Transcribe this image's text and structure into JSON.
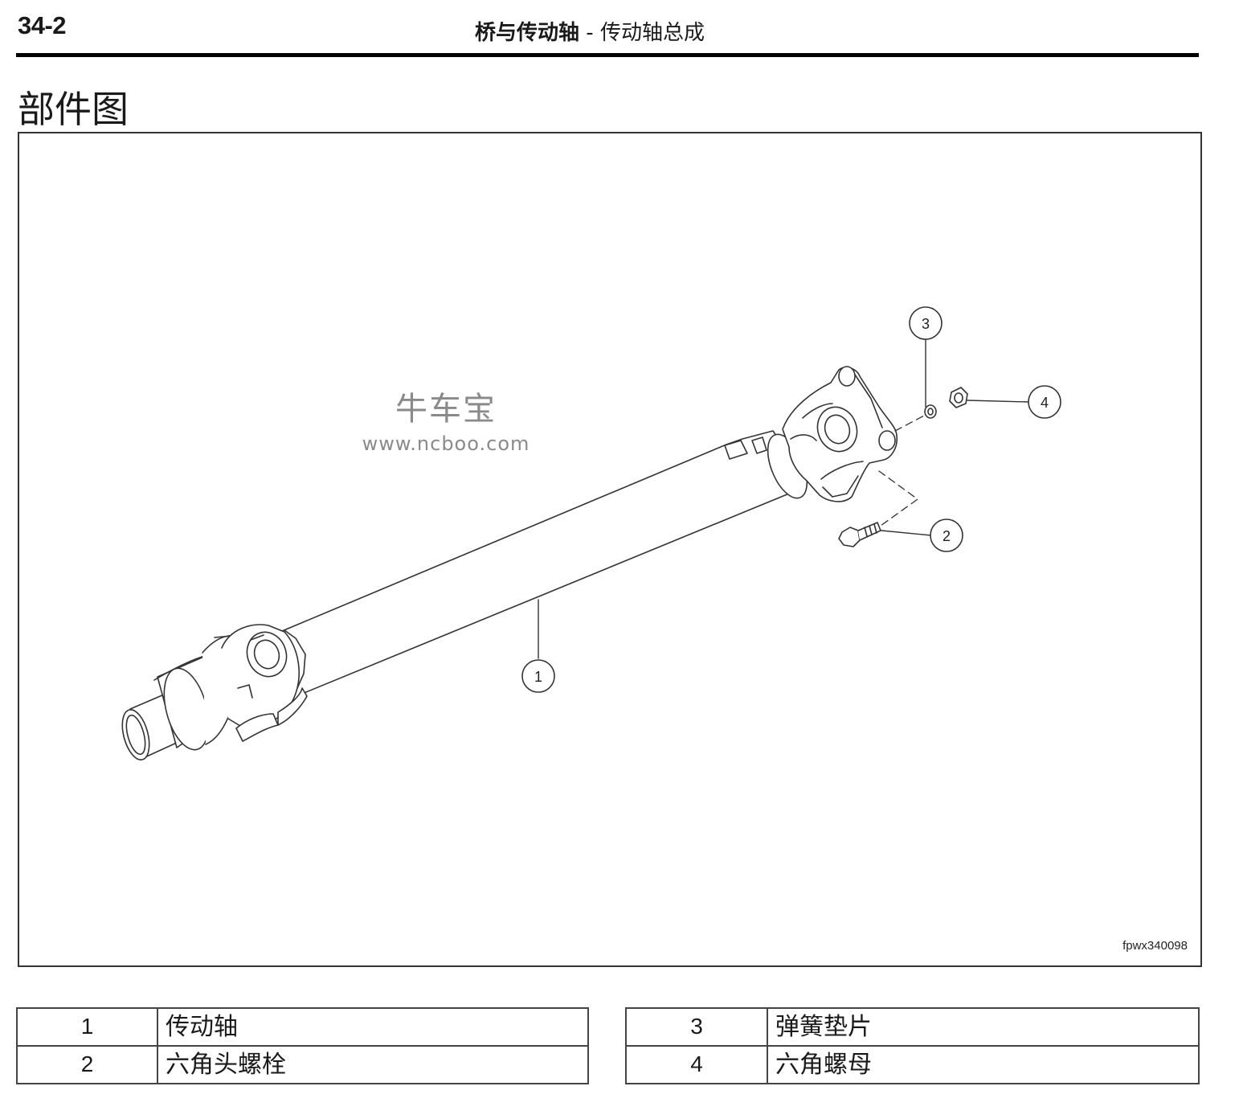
{
  "header": {
    "page_number": "34-2",
    "chapter": "桥与传动轴",
    "separator": " - ",
    "section": "传动轴总成"
  },
  "section_title": "部件图",
  "figure": {
    "code": "fpwx340098",
    "callouts": [
      "1",
      "2",
      "3",
      "4"
    ],
    "watermark": {
      "name": "牛车宝",
      "url": "www.ncboo.com"
    }
  },
  "parts": {
    "left": [
      {
        "num": "1",
        "name": "传动轴"
      },
      {
        "num": "2",
        "name": "六角头螺栓"
      }
    ],
    "right": [
      {
        "num": "3",
        "name": "弹簧垫片"
      },
      {
        "num": "4",
        "name": "六角螺母"
      }
    ]
  },
  "colors": {
    "line": "#333333",
    "rule": "#000000",
    "watermark": "#8a8a8a"
  }
}
